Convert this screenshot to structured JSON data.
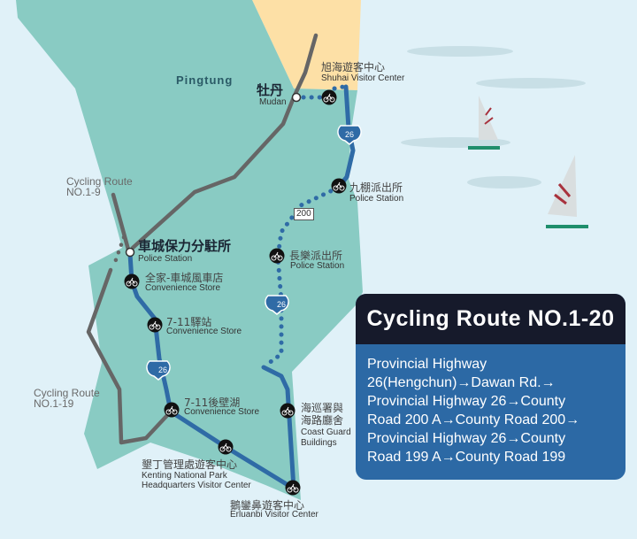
{
  "map": {
    "region_label": "Pingtung",
    "colors": {
      "sea": "#e0f1f8",
      "land": "#89cbc3",
      "neighbor_land": "#fde0a6",
      "main_route": "#2f6ba6",
      "other_route": "#666666",
      "marker": "#111111"
    },
    "towns": [
      {
        "zh": "牡丹",
        "en": "Mudan"
      }
    ],
    "police_station_major": {
      "zh": "車城保力分駐所",
      "en": "Police Station"
    },
    "stops": [
      {
        "zh": "旭海遊客中心",
        "en": "Shuhai Visitor Center"
      },
      {
        "zh": "九棚派出所",
        "en": "Police Station"
      },
      {
        "zh": "長樂派出所",
        "en": "Police Station"
      },
      {
        "zh": "全家-車城風車店",
        "en": "Convenience Store"
      },
      {
        "zh": "7-11驛站",
        "en": "Convenience Store"
      },
      {
        "zh": "7-11後壁湖",
        "en": "Convenience Store"
      },
      {
        "zh": "海巡署與",
        "zh2": "海路廳舍",
        "en": "Coast Guard",
        "en2": "Buildings"
      },
      {
        "zh": "墾丁管理處遊客中心",
        "en": "Kenting National Park",
        "en2": "Headquarters Visitor Center"
      },
      {
        "zh": "鵝鑾鼻遊客中心",
        "en": "Erluanbi Visitor Center"
      }
    ],
    "road_shields": [
      "26",
      "26",
      "26"
    ],
    "road_plate": "200",
    "other_routes": [
      {
        "line1": "Cycling Route",
        "line2": "NO.1-9"
      },
      {
        "line1": "Cycling Route",
        "line2": "NO.1-19"
      }
    ]
  },
  "info": {
    "title": "Cycling Route NO.1-20",
    "lines": [
      "Provincial Highway",
      "26(Hengchun)→Dawan Rd.→",
      "Provincial Highway 26→County",
      "Road 200 A→County Road 200→",
      "Provincial Highway 26→County",
      "Road 199 A→County Road 199"
    ]
  }
}
